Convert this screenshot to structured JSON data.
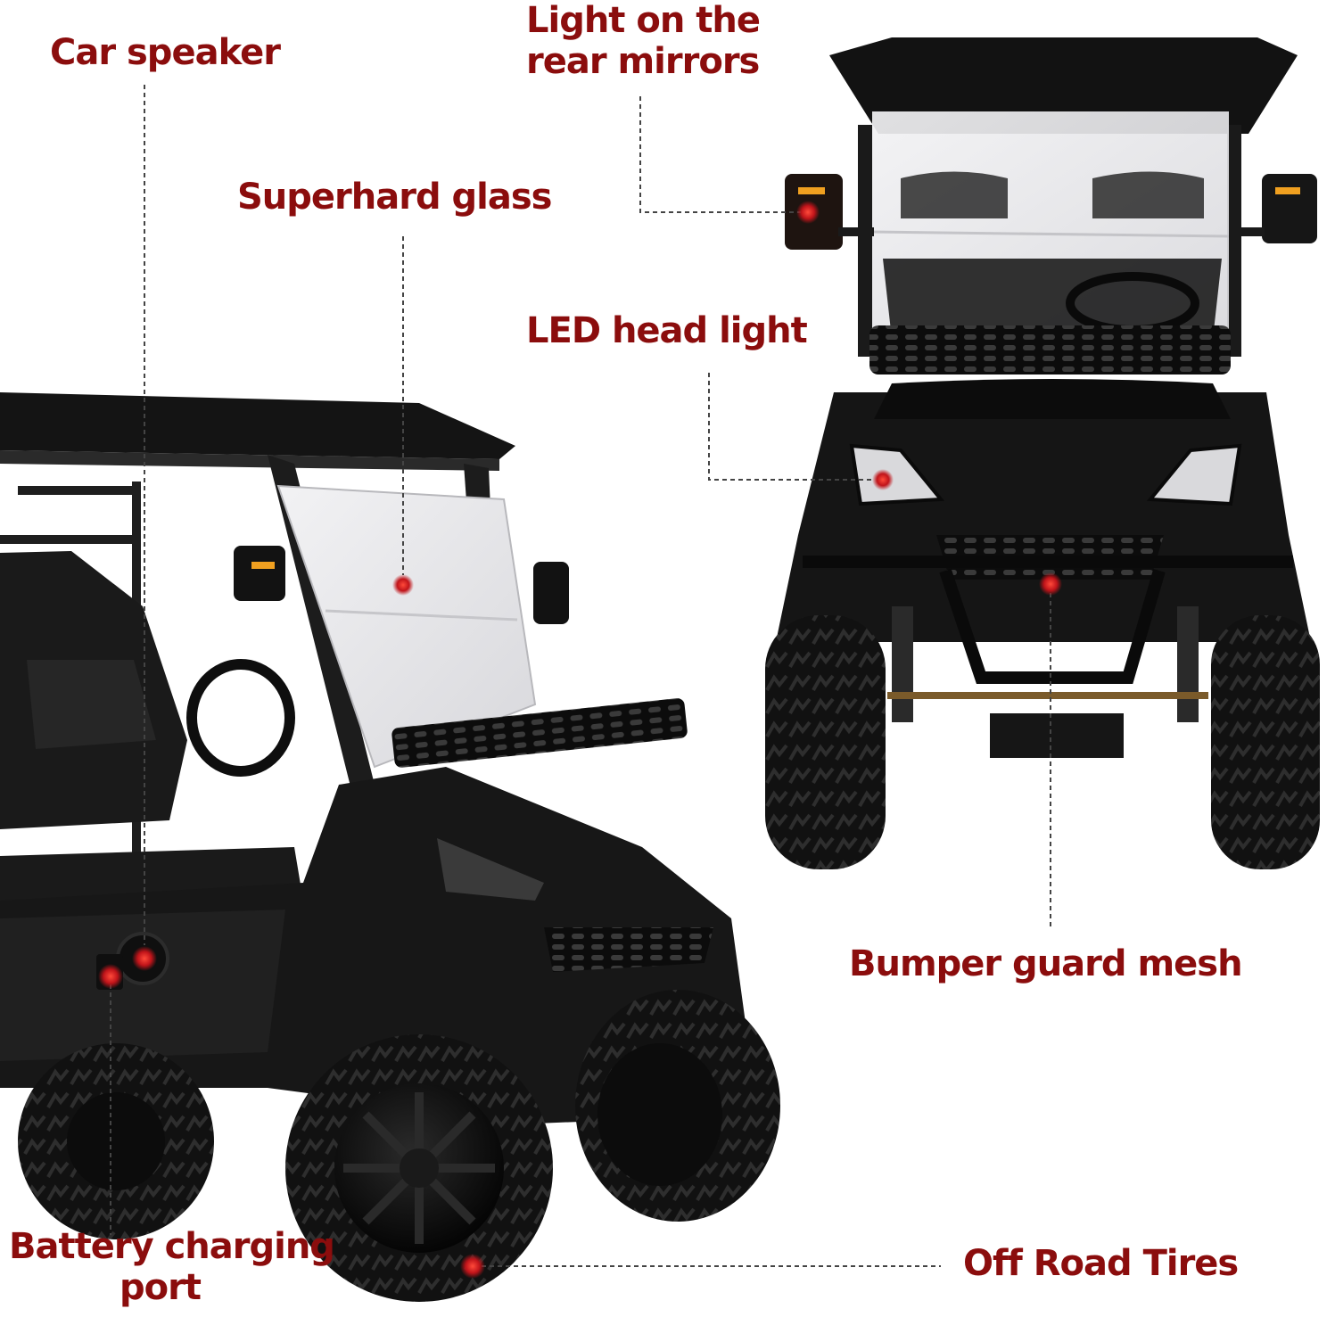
{
  "colors": {
    "label": "#8b0d0d",
    "marker": "#c0141a",
    "leader": "#444444",
    "cart_body": "#161616",
    "cart_dark": "#0a0a0a",
    "glass": "#e8e8ea",
    "amber": "#f0a020"
  },
  "labels": {
    "car_speaker": "Car speaker",
    "rear_mirror_light": [
      "Light on the",
      "rear mirrors"
    ],
    "superhard_glass": "Superhard glass",
    "led_head_light": "LED head light",
    "bumper_guard_mesh": "Bumper guard mesh",
    "battery_charging_port": [
      "Battery charging",
      "port"
    ],
    "off_road_tires": "Off Road Tires"
  }
}
